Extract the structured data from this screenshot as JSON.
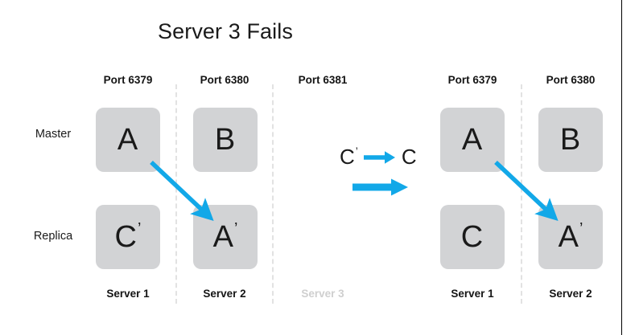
{
  "slide": {
    "title": "Server 3 Fails",
    "accent_color": "#12a8e8",
    "node_fill": "#d2d3d5",
    "divider_color": "#e2e2e2",
    "dim_text_color": "#cfcfcf"
  },
  "rows": {
    "master_label": "Master",
    "replica_label": "Replica"
  },
  "left_group": {
    "columns": [
      {
        "port": "Port 6379",
        "server": "Server 1",
        "dimmed": false,
        "master": {
          "letter": "A",
          "prime": ""
        },
        "replica": {
          "letter": "C",
          "prime": "’"
        }
      },
      {
        "port": "Port 6380",
        "server": "Server 2",
        "dimmed": false,
        "master": {
          "letter": "B",
          "prime": ""
        },
        "replica": {
          "letter": "A",
          "prime": "’"
        }
      },
      {
        "port": "Port 6381",
        "server": "Server 3",
        "dimmed": true,
        "master": null,
        "replica": null
      }
    ],
    "promotion_arrow": "promotion-arrow-left"
  },
  "middle": {
    "transition_from": {
      "letter": "C",
      "prime": "’"
    },
    "transition_to": {
      "letter": "C",
      "prime": ""
    },
    "small_arrow": "transition-arrow-icon",
    "big_arrow": "state-change-arrow-icon"
  },
  "right_group": {
    "columns": [
      {
        "port": "Port 6379",
        "server": "Server 1",
        "dimmed": false,
        "master": {
          "letter": "A",
          "prime": ""
        },
        "replica": {
          "letter": "C",
          "prime": ""
        }
      },
      {
        "port": "Port 6380",
        "server": "Server 2",
        "dimmed": false,
        "master": {
          "letter": "B",
          "prime": ""
        },
        "replica": {
          "letter": "A",
          "prime": "’"
        }
      }
    ],
    "promotion_arrow": "promotion-arrow-right"
  }
}
